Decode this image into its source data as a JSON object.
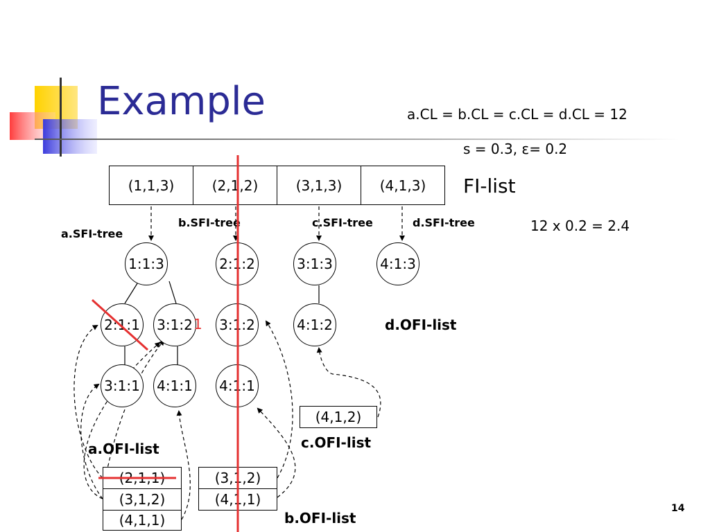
{
  "title": "Example",
  "notes": {
    "cl_equation": "a.CL = b.CL = c.CL = d.CL = 12",
    "params": "s = 0.3, ε= 0.2",
    "calc": "12 x 0.2 = 2.4"
  },
  "fi_list": {
    "label": "FI-list",
    "cells": [
      "(1,1,3)",
      "(2,1,2)",
      "(3,1,3)",
      "(4,1,3)"
    ]
  },
  "tree_labels": {
    "a": "a.SFI-tree",
    "b": "b.SFI-tree",
    "c": "c.SFI-tree",
    "d": "d.SFI-tree"
  },
  "nodes": {
    "a_root": "1:1:3",
    "b_root": "2:1:2",
    "c_root": "3:1:3",
    "d_root": "4:1:3",
    "a_l1_left": "2:1:1",
    "a_l1_right": "3:1:2",
    "b_l1": "3:1:2",
    "c_l1": "4:1:2",
    "a_l2_left": "3:1:1",
    "a_l2_right": "4:1:1",
    "b_l2": "4:1:1"
  },
  "red_digit": "1",
  "ofi_lists": {
    "a": {
      "label": "a.OFI-list",
      "cells": [
        "(2,1,1)",
        "(3,1,2)",
        "(4,1,1)"
      ]
    },
    "b": {
      "label": "b.OFI-list",
      "cells": [
        "(3,1,2)",
        "(4,1,1)"
      ]
    },
    "c": {
      "label": "c.OFI-list",
      "cells": [
        "(4,1,2)"
      ]
    },
    "d": {
      "label": "d.OFI-list"
    }
  },
  "page_number": "14",
  "colors": {
    "title": "#2b2b95",
    "strike": "#e53030",
    "deco_yellow": "#ffd200",
    "deco_red": "#ff3c3c",
    "deco_blue": "#3c3cdc"
  }
}
